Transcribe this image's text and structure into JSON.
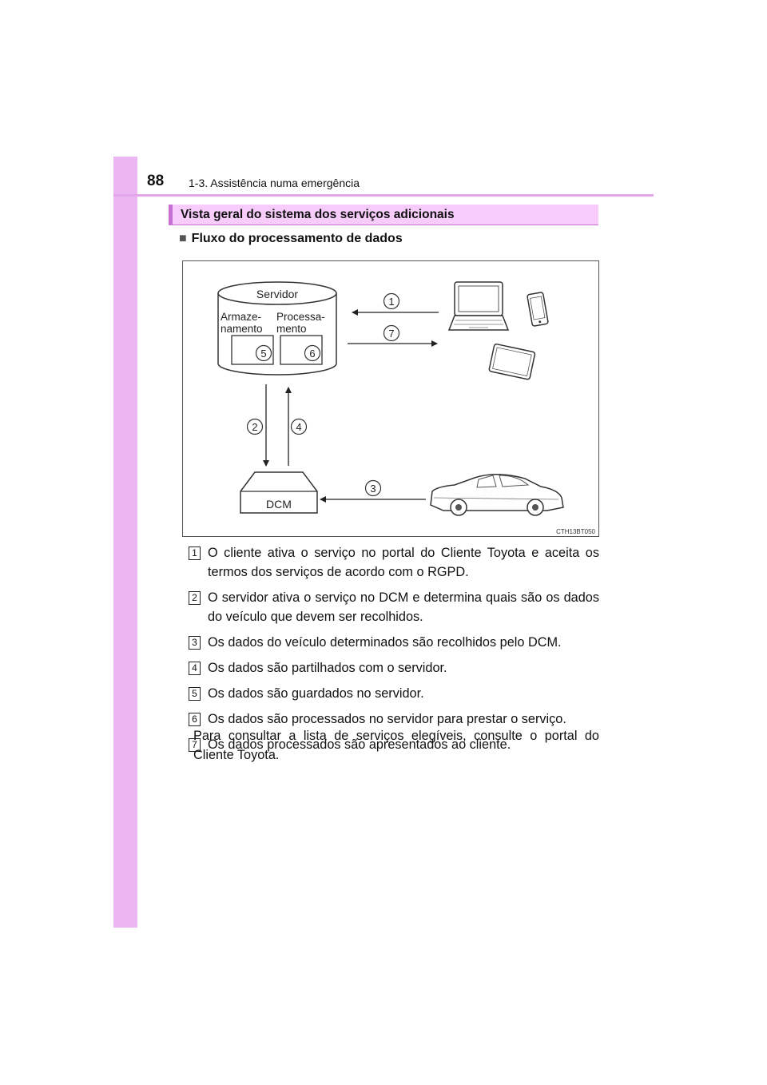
{
  "header": {
    "page_number": "88",
    "section": "1-3. Assistência numa emergência"
  },
  "box_title": "Vista geral do sistema dos serviços adicionais",
  "subheading": {
    "bullet": "■",
    "text": "Fluxo do processamento de dados"
  },
  "diagram": {
    "server_label": "Servidor",
    "storage_label_1": "Armaze-",
    "storage_label_2": "namento",
    "processing_label_1": "Processa-",
    "processing_label_2": "mento",
    "dcm_label": "DCM",
    "figure_code": "CTH13BT050",
    "callouts": [
      "1",
      "2",
      "3",
      "4",
      "5",
      "6",
      "7"
    ]
  },
  "steps": [
    {
      "num": "1",
      "text": "O cliente ativa o serviço no portal do Cliente Toyota e aceita os termos dos serviços de acordo com o RGPD."
    },
    {
      "num": "2",
      "text": "O servidor ativa o serviço no DCM e determina quais são os dados do veículo que devem ser recolhidos."
    },
    {
      "num": "3",
      "text": "Os dados do veículo determinados são recolhidos pelo DCM."
    },
    {
      "num": "4",
      "text": "Os dados são partilhados com o servidor."
    },
    {
      "num": "5",
      "text": "Os dados são guardados no servidor."
    },
    {
      "num": "6",
      "text": "Os dados são processados no servidor para prestar o serviço."
    },
    {
      "num": "7",
      "text": "Os dados processados são apresentados ao cliente."
    }
  ],
  "note": "Para consultar a lista de serviços elegíveis, consulte o portal do Cliente Toyota."
}
